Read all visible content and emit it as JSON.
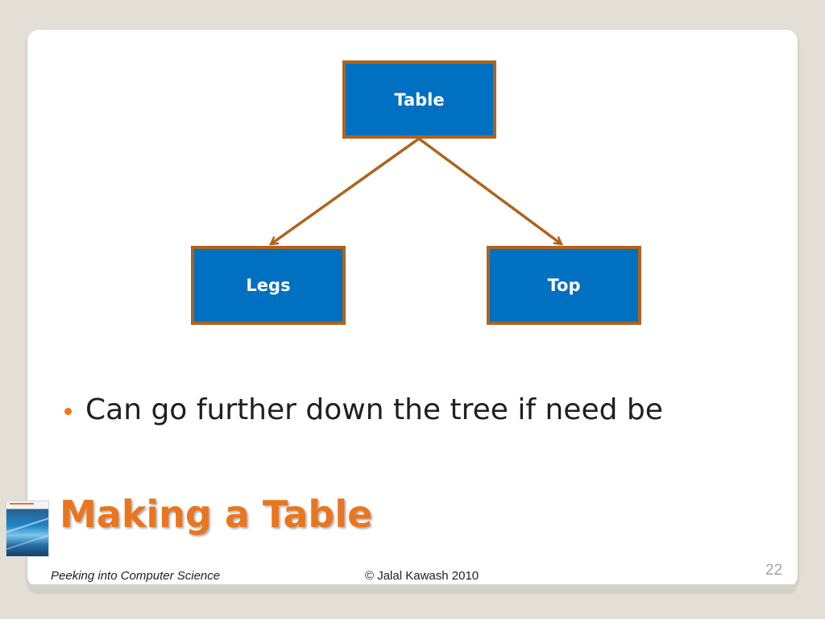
{
  "diagram": {
    "root": "Table",
    "children": [
      "Legs",
      "Top"
    ]
  },
  "bullets": [
    "Can go further down the tree if need be"
  ],
  "title": "Making a Table",
  "footer": {
    "left": "Peeking into Computer Science",
    "center": "© Jalal Kawash 2010"
  },
  "page_number": "22",
  "colors": {
    "node_fill": "#0070c0",
    "node_border": "#b0631c",
    "accent": "#e9761e",
    "background": "#e4dfd6"
  }
}
